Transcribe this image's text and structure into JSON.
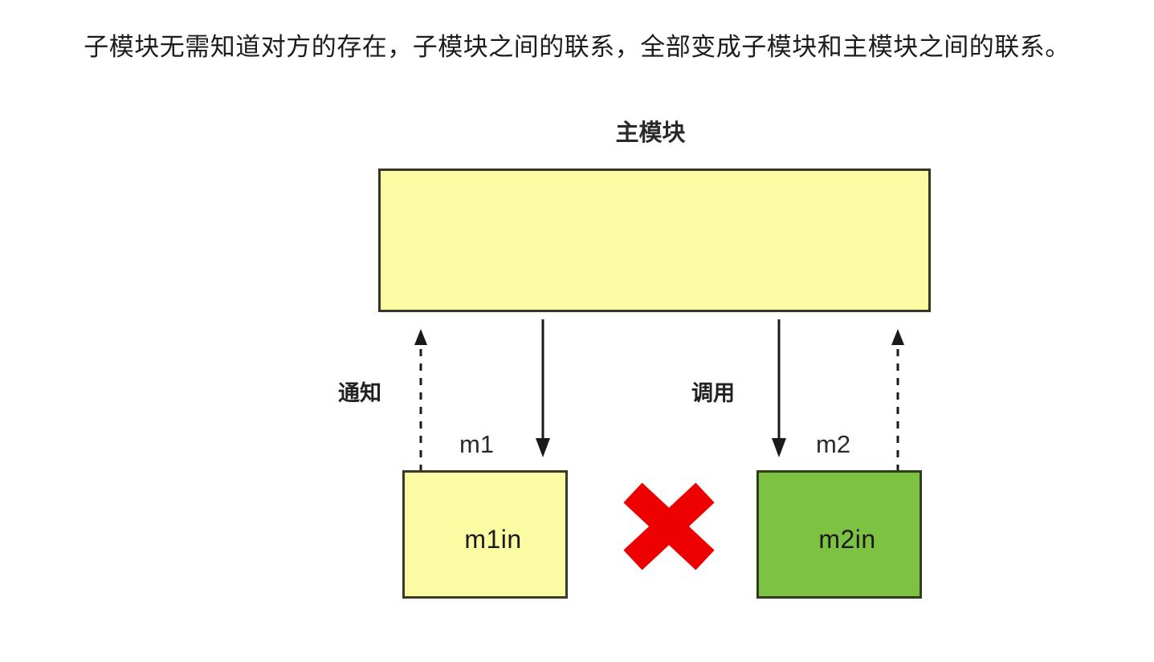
{
  "slide": {
    "background_color": "#ffffff",
    "title": "子模块无需知道对方的存在，子模块之间的联系，全部变成子模块和主模块之间的联系。"
  },
  "diagram": {
    "type": "module-communication-diagram",
    "main_module": {
      "caption": "主模块",
      "box_label": "",
      "fill_color": "#fbfba3",
      "border_color": "#363626"
    },
    "sub_modules": [
      {
        "tag": "m1",
        "box_label": "m1in",
        "fill_color": "#fbfba3",
        "border_color": "#3a3a28"
      },
      {
        "tag": "m2",
        "box_label": "m2in",
        "fill_color": "#7dc242",
        "border_color": "#2f3d1c"
      }
    ],
    "flows": [
      {
        "label": "通知",
        "direction": "up",
        "style": "dashed",
        "from": "m1",
        "to": "主模块"
      },
      {
        "label": "",
        "direction": "down",
        "style": "solid",
        "from": "主模块",
        "to": "m1"
      },
      {
        "label": "调用",
        "direction": "down",
        "style": "solid",
        "from": "主模块",
        "to": "m2"
      },
      {
        "label": "",
        "direction": "up",
        "style": "dashed",
        "from": "m2",
        "to": "主模块"
      }
    ],
    "blocked_link": {
      "marker": "✕",
      "color": "#ee0000",
      "between": [
        "m1in",
        "m2in"
      ],
      "meaning": "子模块之间不直接联系"
    }
  }
}
